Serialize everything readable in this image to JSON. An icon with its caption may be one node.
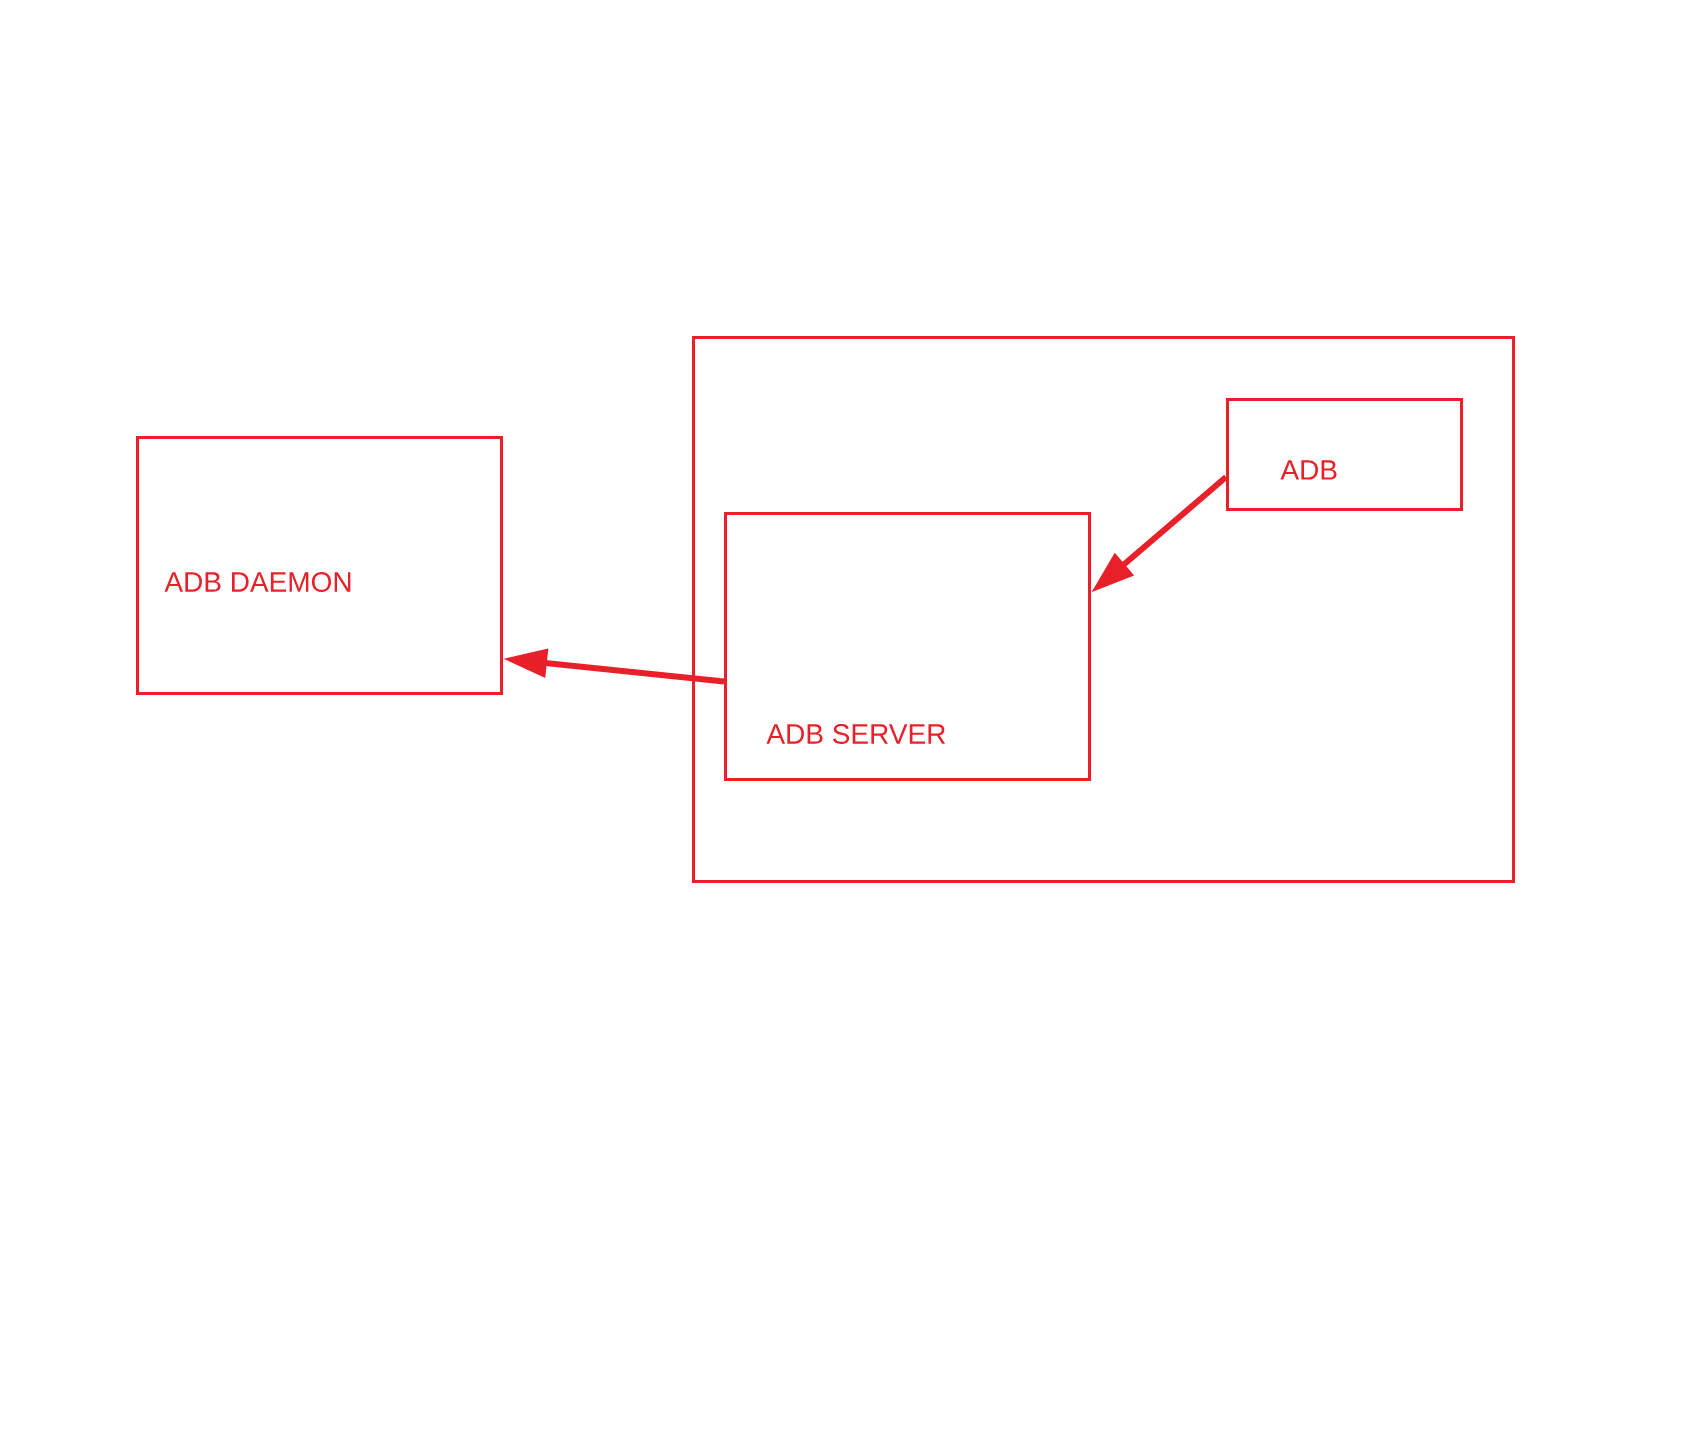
{
  "diagram": {
    "nodes": [
      {
        "text": [],
        "shape": "box"
      },
      {
        "text": [
          "ADB DAEMON"
        ]
      },
      {
        "text": [
          "ADB SERVER"
        ],
        "in": 0
      },
      {
        "text": [
          "ADB"
        ],
        "in": 0
      }
    ],
    "edges": [
      {
        "from": 3,
        "to": 2,
        "arrow": "to"
      },
      {
        "from": 2,
        "to": 1,
        "arrow": "to"
      }
    ]
  }
}
